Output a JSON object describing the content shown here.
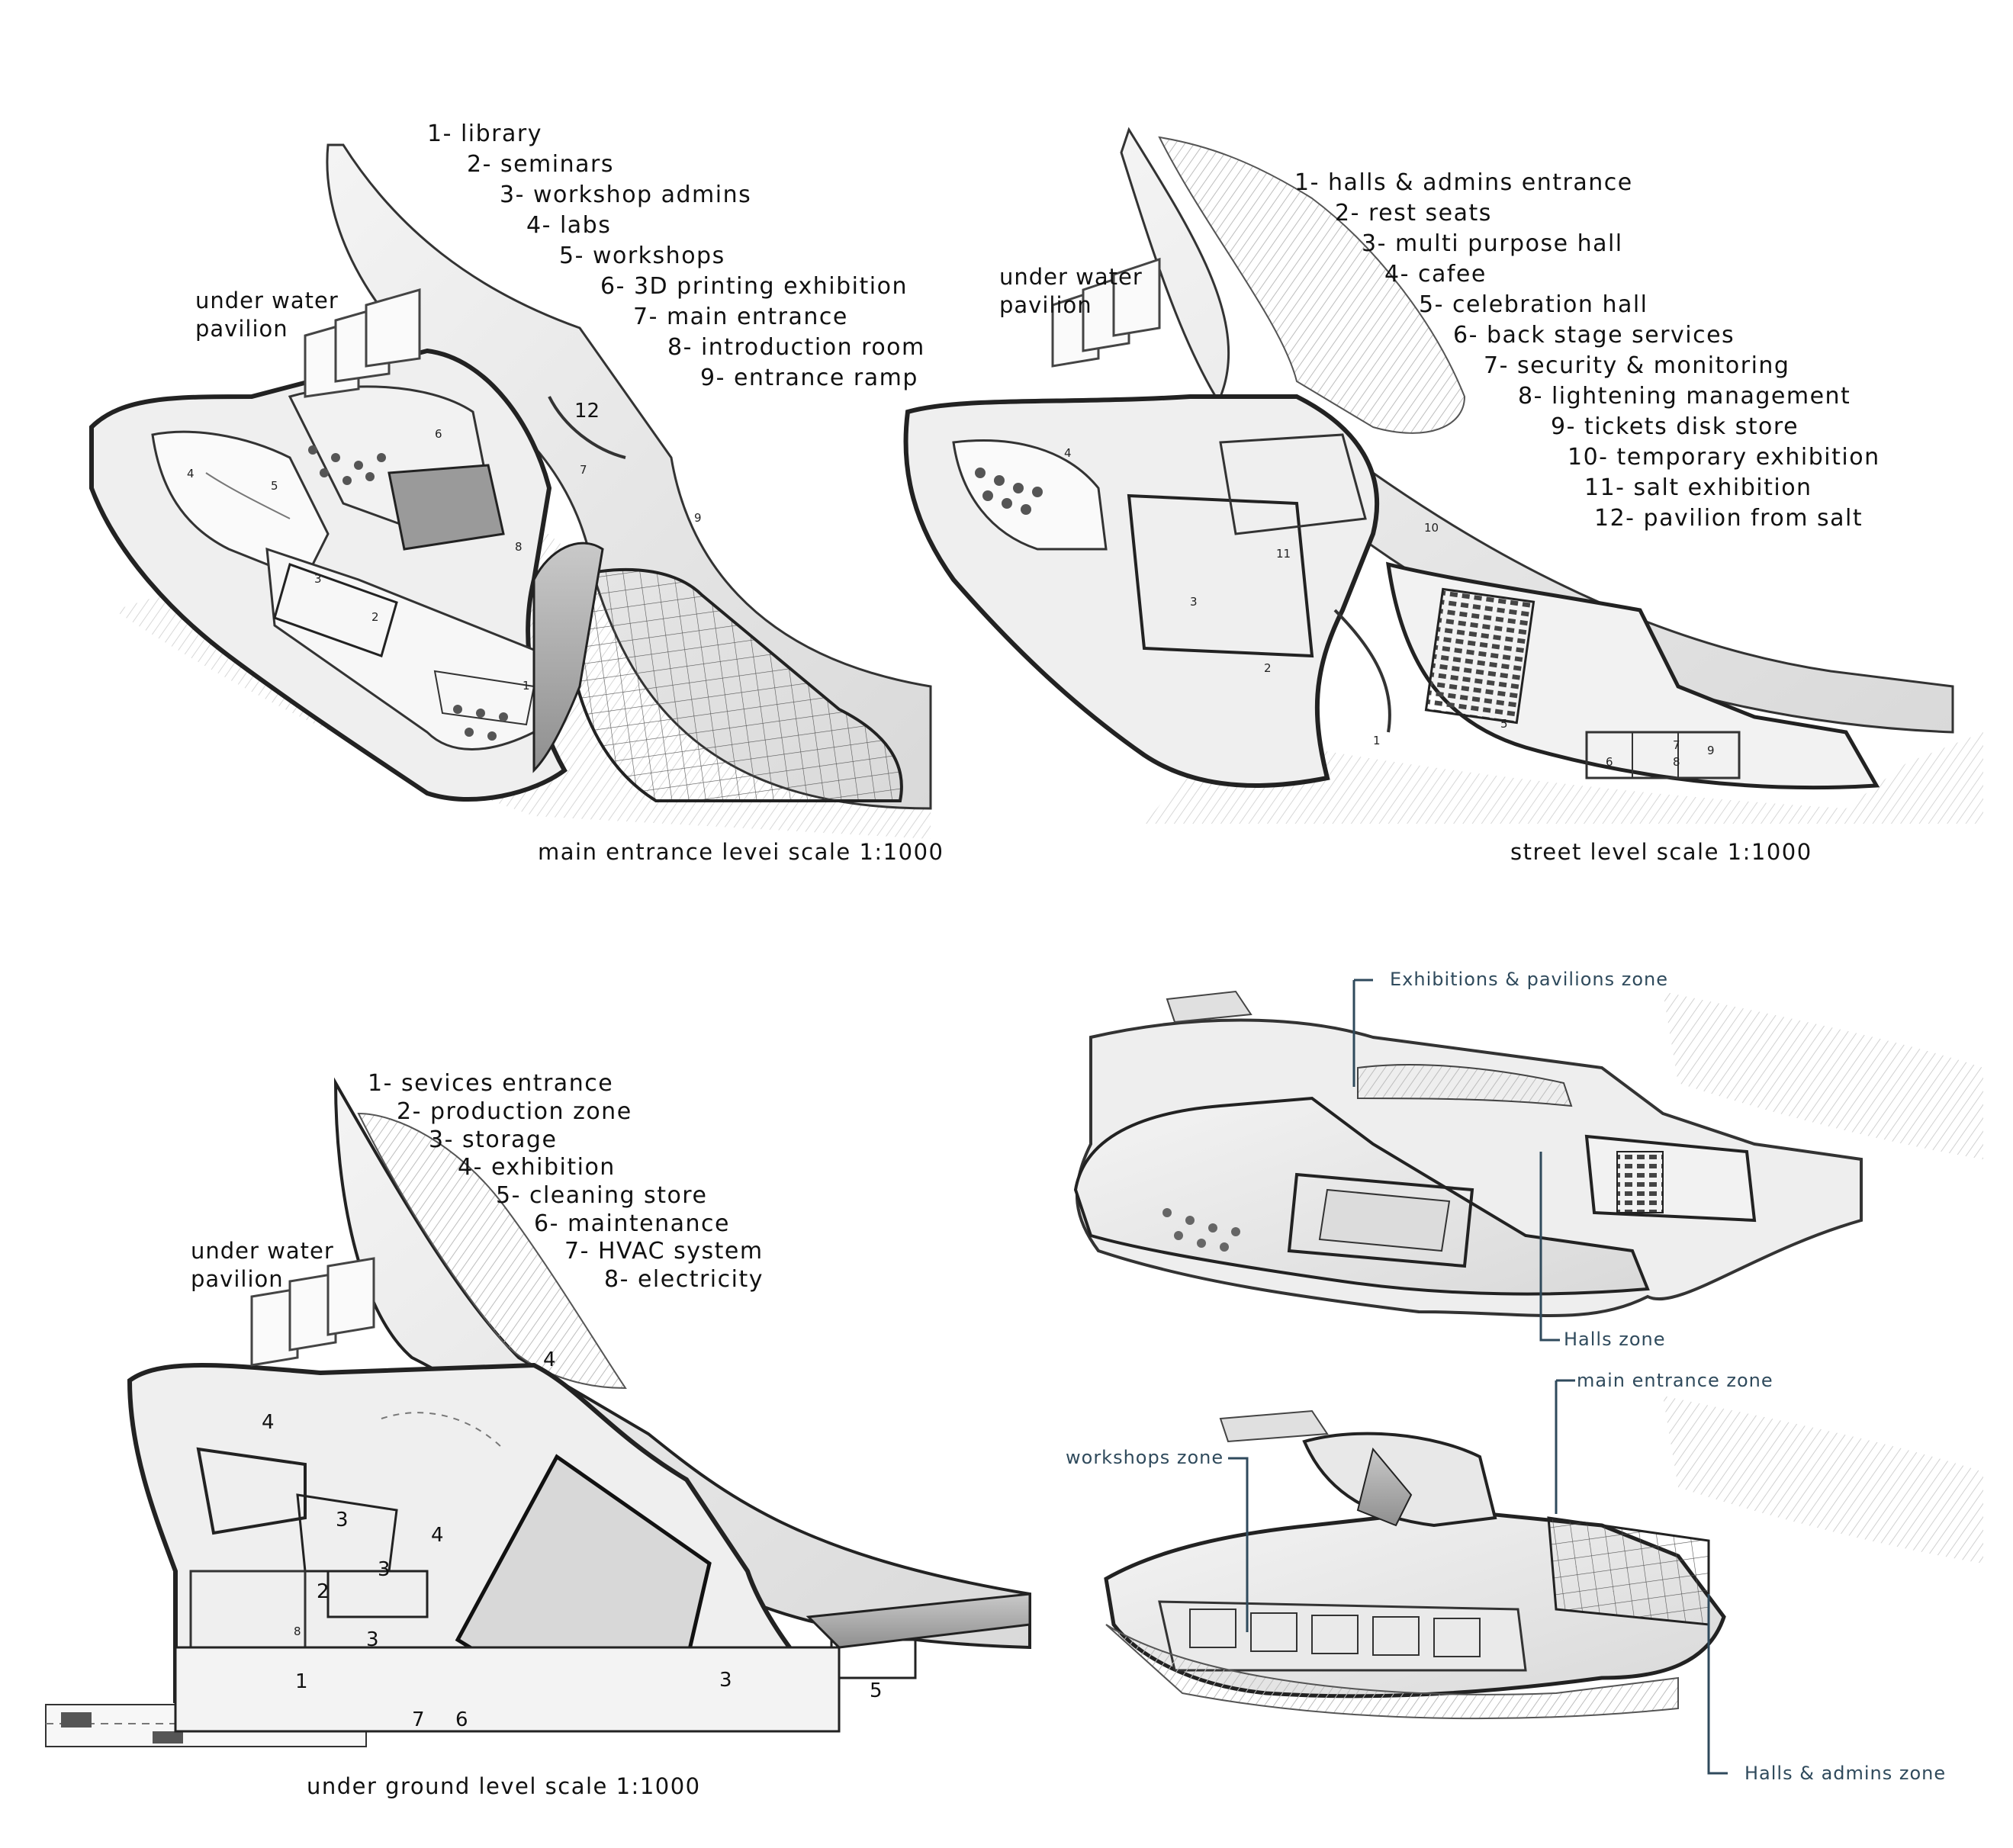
{
  "colors": {
    "ink": "#111111",
    "zone_label": "#2f4a5c",
    "plan_fill": "#eeeeee",
    "plan_line": "#2b2b2b"
  },
  "plans": {
    "main_entrance": {
      "caption": "main entrance levei  scale 1:1000",
      "pavilion_label": "under water\npavilion",
      "legend": [
        "1- library",
        "2- seminars",
        "3- workshop admins",
        "4- labs",
        "5- workshops",
        "6- 3D printing exhibition",
        "7- main entrance",
        "8- introduction room",
        "9- entrance ramp"
      ],
      "room_numbers": [
        "1",
        "2",
        "3",
        "4",
        "5",
        "6",
        "7",
        "8",
        "9",
        "12"
      ]
    },
    "street": {
      "caption": "street level scale 1:1000",
      "pavilion_label": "under water\npavilion",
      "legend": [
        "1- halls & admins entrance",
        "2- rest seats",
        "3- multi purpose hall",
        "4- cafee",
        "5- celebration hall",
        "6- back stage services",
        "7- security & monitoring",
        "8- lightening management",
        "9- tickets disk store",
        "10- temporary exhibition",
        "11- salt exhibition",
        "12- pavilion from salt"
      ],
      "room_numbers": [
        "1",
        "2",
        "3",
        "4",
        "5",
        "6",
        "7",
        "8",
        "9",
        "10",
        "11"
      ]
    },
    "underground": {
      "caption": "under ground level  scale 1:1000",
      "pavilion_label": "under water\npavilion",
      "legend": [
        "1- sevices entrance",
        "2- production zone",
        "3- storage",
        "4- exhibition",
        "5- cleaning store",
        "6- maintenance",
        "7- HVAC system",
        "8- electricity"
      ],
      "room_numbers": [
        "4",
        "4",
        "4",
        "3",
        "3",
        "3",
        "3",
        "2",
        "8",
        "1",
        "7",
        "6",
        "5"
      ]
    }
  },
  "axonometric": {
    "upper": {
      "zones": [
        "Exhibitions & pavilions zone",
        "Halls zone"
      ]
    },
    "lower": {
      "zones": [
        "main entrance zone",
        "workshops zone",
        "Halls & admins zone"
      ]
    }
  }
}
